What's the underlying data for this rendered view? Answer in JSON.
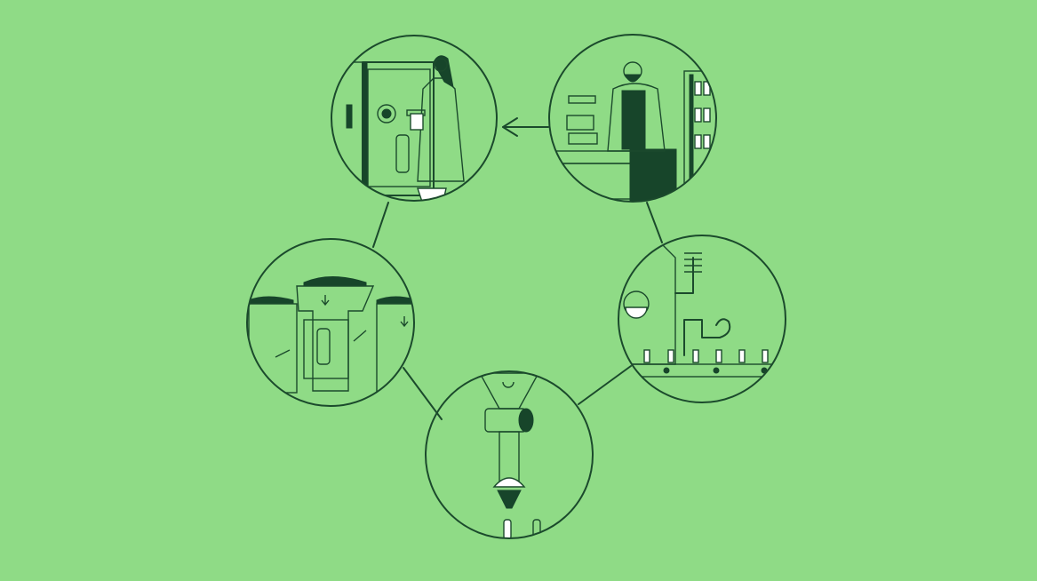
{
  "colors": {
    "background": "#8fdb86",
    "line": "#1b4a2c",
    "dark_fill": "#17452a",
    "highlight": "#ffffff"
  },
  "scenes": [
    {
      "id": "reverse-vending-machine",
      "icon": "woman-returning-bottle-icon"
    },
    {
      "id": "store-checkout",
      "icon": "cashier-icon"
    },
    {
      "id": "bottling-factory",
      "icon": "bottling-line-icon"
    },
    {
      "id": "plastic-processing",
      "icon": "shredder-pellet-icon"
    },
    {
      "id": "sorting-collection",
      "icon": "sorting-bins-icon"
    }
  ],
  "flow_direction": "counter-clockwise"
}
